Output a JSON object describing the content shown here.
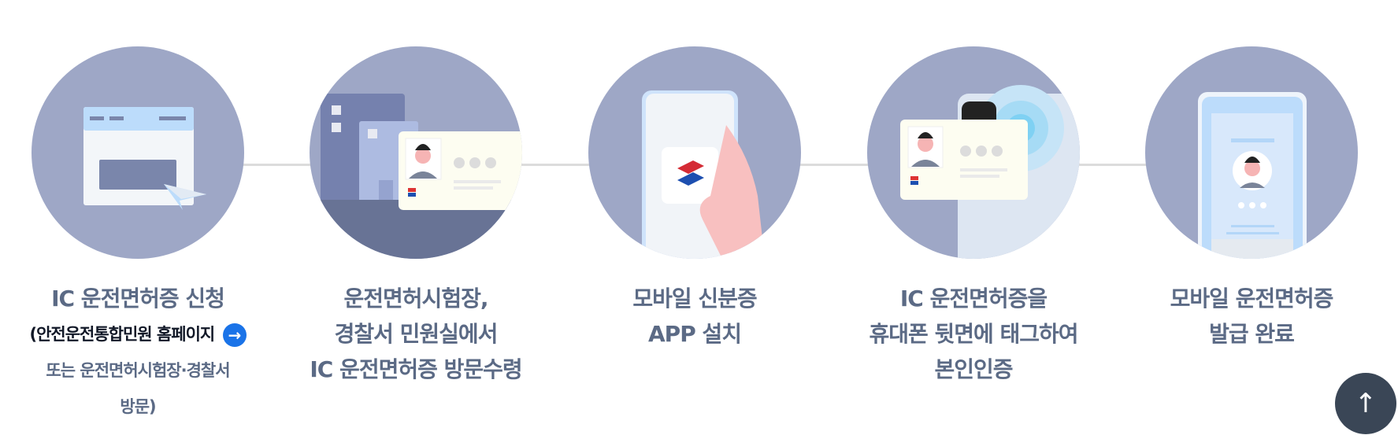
{
  "steps": [
    {
      "icon": "browser-window-cursor-icon",
      "title_lines": [
        "IC 운전면허증 신청"
      ],
      "link_label": "(안전운전통합민원 홈페이지",
      "link_icon": "arrow-right-icon",
      "link_glyph": "→",
      "note_lines": [
        "또는 운전면허시험장·경찰서",
        "방문)"
      ]
    },
    {
      "icon": "police-station-license-card-icon",
      "title_lines": [
        "운전면허시험장,",
        "경찰서 민원실에서",
        "IC 운전면허증 방문수령"
      ]
    },
    {
      "icon": "phone-app-install-icon",
      "title_lines": [
        "모바일 신분증",
        "APP 설치"
      ]
    },
    {
      "icon": "nfc-card-tag-icon",
      "title_lines": [
        "IC 운전면허증을",
        "휴대폰 뒷면에 태그하여",
        "본인인증"
      ]
    },
    {
      "icon": "mobile-license-issued-icon",
      "title_lines": [
        "모바일 운전면허증",
        "발급 완료"
      ]
    }
  ],
  "scroll_top": {
    "glyph": "↑",
    "icon": "arrow-up-icon"
  },
  "colors": {
    "circle_bg": "#9ea7c6",
    "title_text": "#5b6a85",
    "link_text": "#111827",
    "link_button": "#1a73e8",
    "connector": "#dcdcdc",
    "top_button": "#3a4656"
  }
}
